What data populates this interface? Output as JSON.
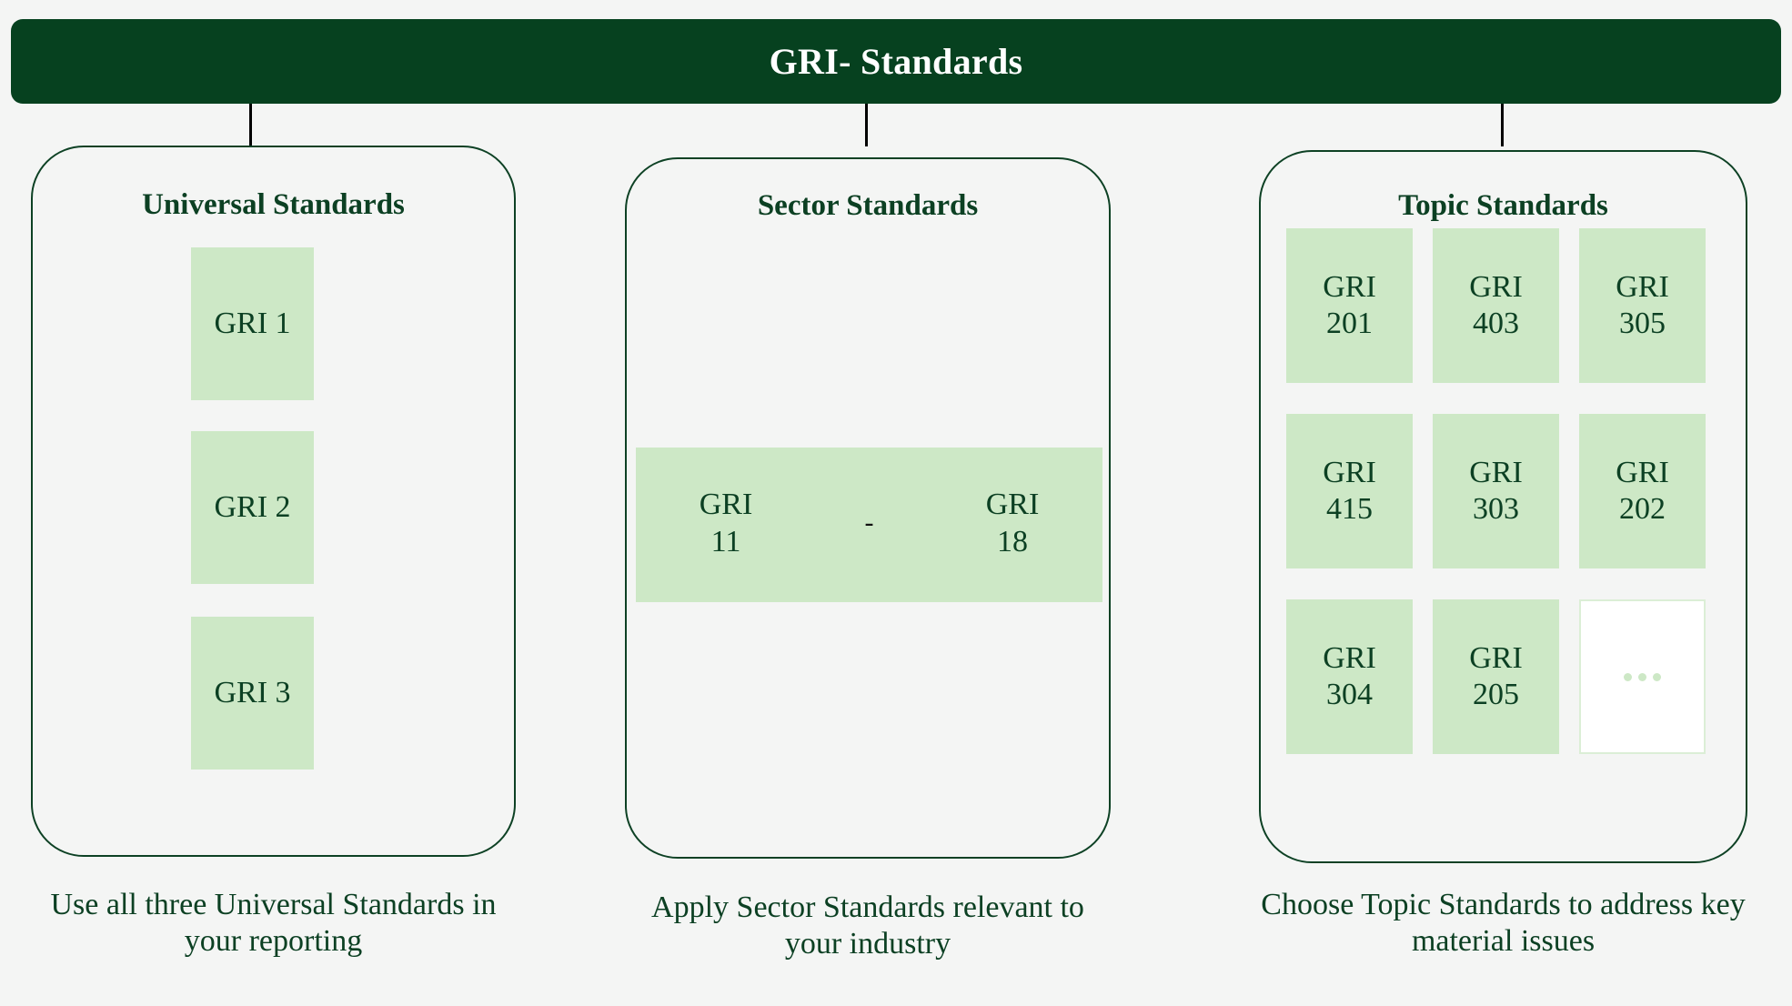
{
  "header": {
    "title": "GRI- Standards"
  },
  "colors": {
    "header_bg": "#06411f",
    "header_text": "#ffffff",
    "panel_border": "#0d4124",
    "chip_bg": "#cde8c6",
    "text_green": "#0c4023",
    "page_bg": "#f4f5f4",
    "connector": "#000000"
  },
  "panels": [
    {
      "title": "Universal Standards",
      "chips": [
        "GRI 1",
        "GRI 2",
        "GRI 3"
      ],
      "caption": "Use all three Universal Standards in your reporting"
    },
    {
      "title": "Sector Standards",
      "range": {
        "from_line1": "GRI",
        "from_line2": "11",
        "separator": "-",
        "to_line1": "GRI",
        "to_line2": "18"
      },
      "caption": "Apply Sector Standards relevant to your industry"
    },
    {
      "title": "Topic Standards",
      "chips": [
        {
          "line1": "GRI",
          "line2": "201"
        },
        {
          "line1": "GRI",
          "line2": "403"
        },
        {
          "line1": "GRI",
          "line2": "305"
        },
        {
          "line1": "GRI",
          "line2": "415"
        },
        {
          "line1": "GRI",
          "line2": "303"
        },
        {
          "line1": "GRI",
          "line2": "202"
        },
        {
          "line1": "GRI",
          "line2": "304"
        },
        {
          "line1": "GRI",
          "line2": "205"
        }
      ],
      "more_icon": "ellipsis-icon",
      "caption": "Choose Topic Standards to address key material issues"
    }
  ]
}
